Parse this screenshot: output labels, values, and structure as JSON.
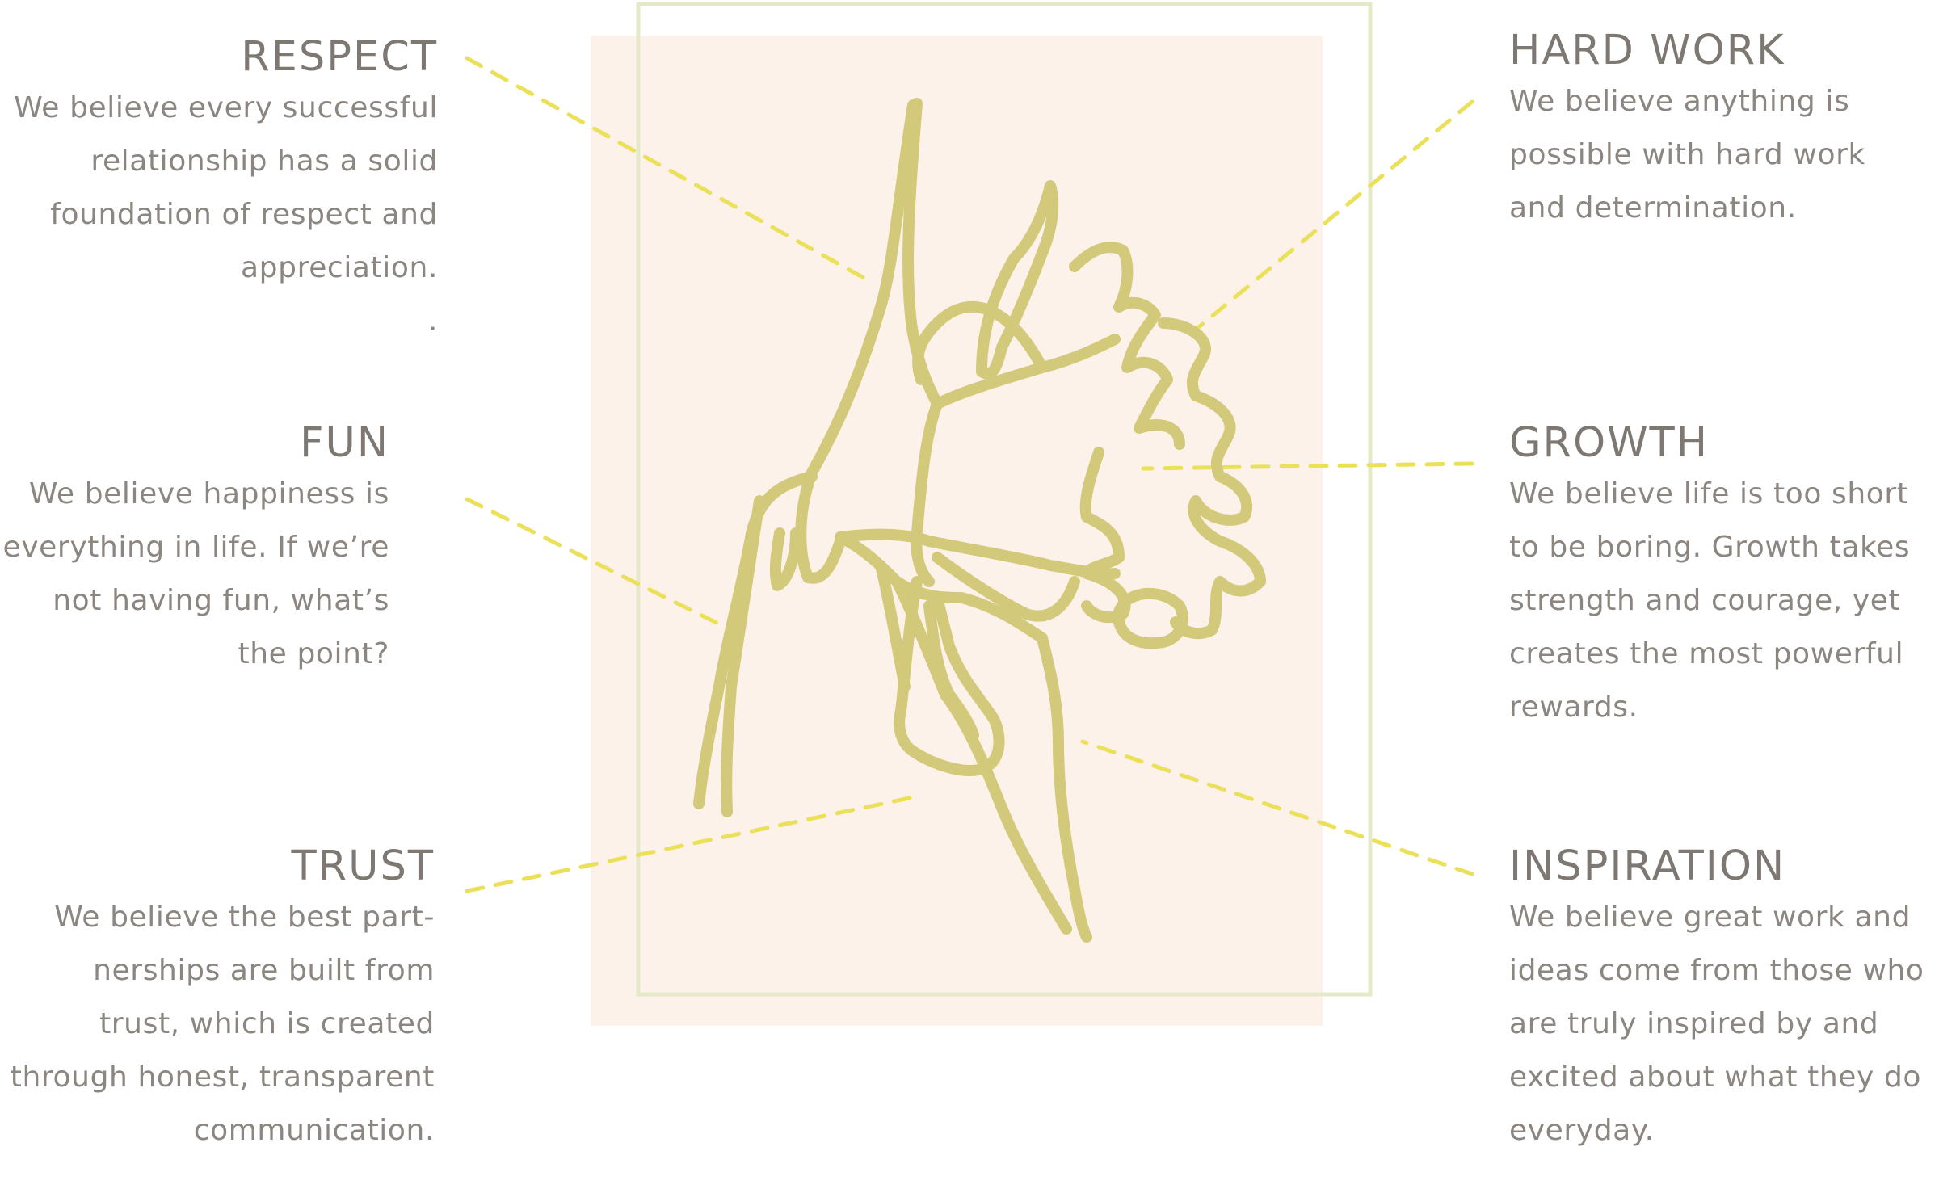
{
  "colors": {
    "heading": "#7e7873",
    "body": "#8c8681",
    "flower": "#d3c97a",
    "leader": "#ebe05a",
    "panel": "#fdf2ea",
    "frame": "#e6e9c8"
  },
  "illustration": {
    "icon": "daffodil-line-drawing"
  },
  "values": {
    "respect": {
      "title": "RESPECT",
      "lines": [
        "We believe every successful",
        "relationship has a solid",
        "foundation of respect and",
        "appreciation."
      ],
      "trailing": "."
    },
    "fun": {
      "title": "FUN",
      "lines": [
        "We believe happiness is",
        "everything in life. If we’re",
        "not having fun, what’s",
        "the point?"
      ]
    },
    "trust": {
      "title": "TRUST",
      "lines": [
        "We believe the best part-",
        "nerships are built from",
        "trust, which is created",
        "through honest, transparent",
        "communication."
      ]
    },
    "hard_work": {
      "title": "HARD WORK",
      "lines": [
        "We believe anything is",
        "possible with hard work",
        "and determination."
      ]
    },
    "growth": {
      "title": "GROWTH",
      "lines": [
        "We believe life is too short",
        "to be boring. Growth takes",
        "strength and courage, yet",
        "creates the most powerful",
        "rewards."
      ]
    },
    "inspiration": {
      "title": "INSPIRATION",
      "lines": [
        "We believe great work and",
        "ideas come from those who",
        "are truly inspired by and",
        "excited about what they do",
        "everyday."
      ]
    }
  }
}
